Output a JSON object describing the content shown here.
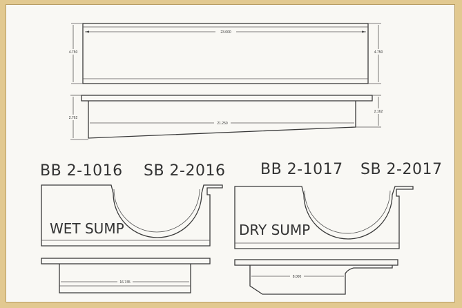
{
  "top_view": {
    "length": "23.000",
    "width_left": "4.750",
    "width_right": "4.750"
  },
  "side_view": {
    "length": "21.250",
    "height_left": "2.762",
    "height_right": "2.162"
  },
  "parts": {
    "left_bb": "BB 2-1016",
    "left_sb": "SB 2-2016",
    "right_bb": "BB 2-1017",
    "right_sb": "SB 2-2017"
  },
  "wet_sump": {
    "label": "WET SUMP",
    "dim": "16.745"
  },
  "dry_sump": {
    "label": "DRY SUMP",
    "dim": "8.000"
  },
  "colors": {
    "background": "#e2c990",
    "paper": "#f9f8f4",
    "ink": "#3a3a3a"
  }
}
